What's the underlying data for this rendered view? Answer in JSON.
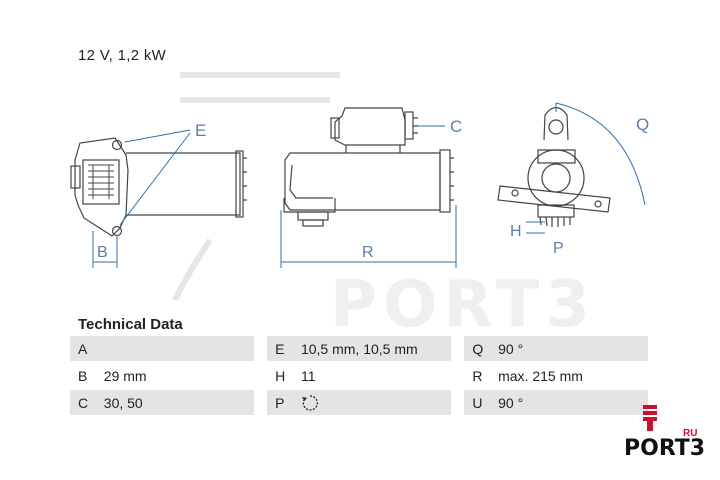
{
  "header": {
    "spec": "12 V, 1,2 kW"
  },
  "drawing": {
    "labels": {
      "e": "E",
      "b": "B",
      "c": "C",
      "r": "R",
      "h": "H",
      "p": "P",
      "q": "Q"
    }
  },
  "watermark": {
    "text": "PORT3",
    "ru": "RU"
  },
  "technical": {
    "title": "Technical Data",
    "rows": [
      [
        {
          "k": "A",
          "v": ""
        },
        {
          "k": "E",
          "v": "10,5 mm, 10,5 mm"
        },
        {
          "k": "Q",
          "v": "90 °"
        }
      ],
      [
        {
          "k": "B",
          "v": "29 mm"
        },
        {
          "k": "H",
          "v": "11"
        },
        {
          "k": "R",
          "v": "max. 215 mm"
        }
      ],
      [
        {
          "k": "C",
          "v": "30, 50"
        },
        {
          "k": "P",
          "v": ""
        },
        {
          "k": "U",
          "v": "90 °"
        }
      ]
    ]
  },
  "logo": {
    "ru": "RU",
    "text": "PORT3",
    "color": "#c8102e"
  }
}
